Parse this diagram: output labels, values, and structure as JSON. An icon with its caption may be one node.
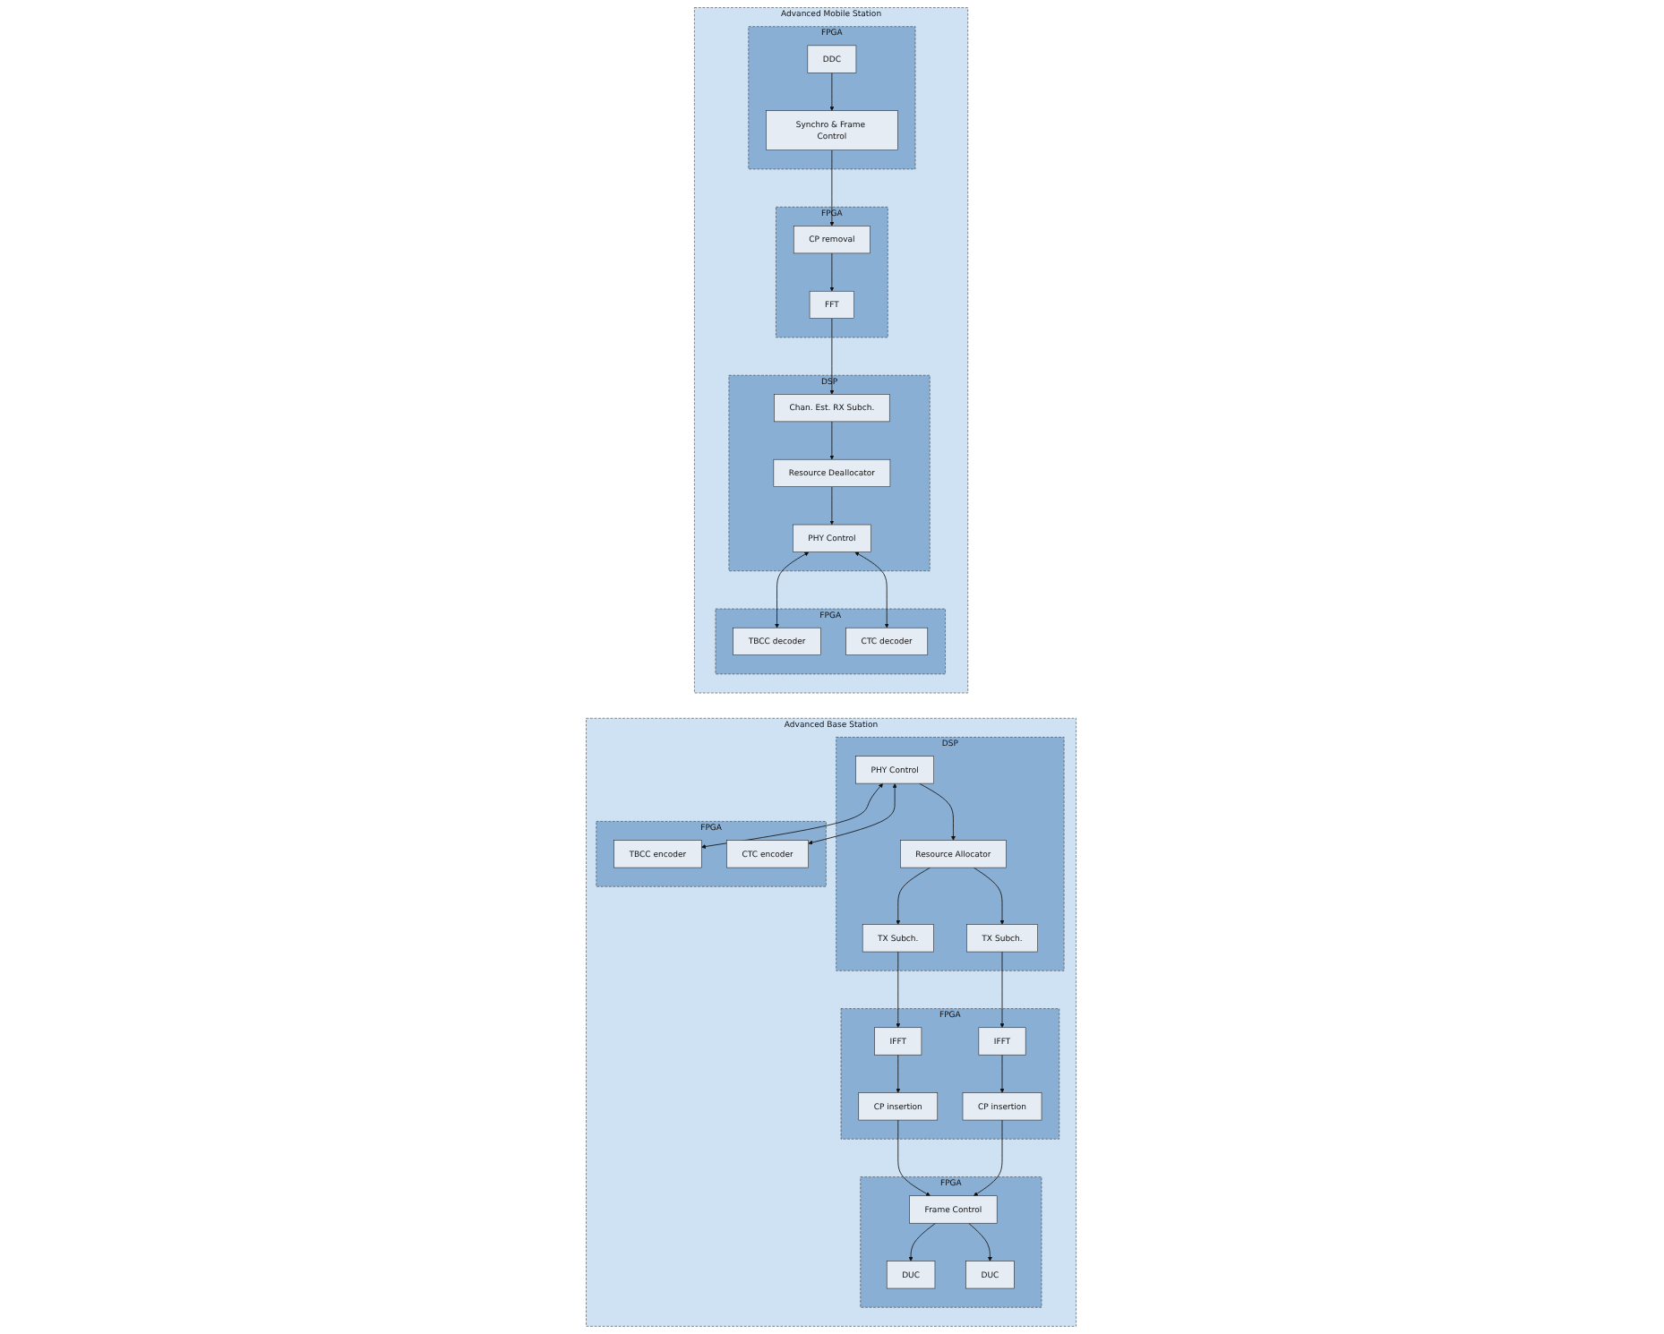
{
  "diagram": {
    "nodes": [
      {
        "text": [
          "Advanced Base Station"
        ]
      },
      {
        "text": [
          "DSP"
        ],
        "in": 0
      },
      {
        "text": [
          "PHY Control"
        ],
        "in": 1
      },
      {
        "text": [
          "Resource Allocator"
        ],
        "in": 1
      },
      {
        "text": [
          "TX Subch."
        ],
        "in": 1
      },
      {
        "text": [
          "TX Subch."
        ],
        "in": 1
      },
      {
        "text": [
          "FPGA"
        ],
        "in": 0
      },
      {
        "text": [
          "IFFT"
        ],
        "in": 6
      },
      {
        "text": [
          "CP insertion"
        ],
        "in": 6
      },
      {
        "text": [
          "IFFT"
        ],
        "in": 6
      },
      {
        "text": [
          "CP insertion"
        ],
        "in": 6
      },
      {
        "text": [
          "FPGA"
        ],
        "in": 0
      },
      {
        "text": [
          "Frame Control"
        ],
        "in": 11
      },
      {
        "text": [
          "DUC"
        ],
        "in": 11
      },
      {
        "text": [
          "DUC"
        ],
        "in": 11
      },
      {
        "text": [
          "FPGA"
        ],
        "in": 0
      },
      {
        "text": [
          "TBCC encoder"
        ],
        "in": 15
      },
      {
        "text": [
          "CTC encoder"
        ],
        "in": 15
      },
      {
        "text": [
          "Advanced Mobile Station"
        ]
      },
      {
        "text": [
          "DSP"
        ],
        "in": 18
      },
      {
        "text": [
          "PHY Control"
        ],
        "in": 19
      },
      {
        "text": [
          "Resource Deallocator"
        ],
        "in": 19
      },
      {
        "text": [
          "Chan. Est. RX Subch."
        ],
        "in": 19
      },
      {
        "text": [
          "FPGA"
        ],
        "in": 18
      },
      {
        "text": [
          "FFT"
        ],
        "in": 23
      },
      {
        "text": [
          "CP removal"
        ],
        "in": 23
      },
      {
        "text": [
          "FPGA"
        ],
        "in": 18
      },
      {
        "text": [
          "Synchro & Frame Control"
        ],
        "in": 26
      },
      {
        "text": [
          "DDC"
        ],
        "in": 26
      },
      {
        "text": [
          "FPGA"
        ],
        "in": 18
      },
      {
        "text": [
          "TBCC decoder"
        ],
        "in": 29
      },
      {
        "text": [
          "CTC decoder"
        ],
        "in": 29
      }
    ],
    "edges": [
      {
        "from": 2,
        "to": 3,
        "arrow": "to"
      },
      {
        "from": 3,
        "to": 4,
        "arrow": "to"
      },
      {
        "from": 3,
        "to": 5,
        "arrow": "to"
      },
      {
        "from": 4,
        "to": 7,
        "arrow": "to"
      },
      {
        "from": 5,
        "to": 9,
        "arrow": "to"
      },
      {
        "from": 7,
        "to": 8,
        "arrow": "to"
      },
      {
        "from": 9,
        "to": 10,
        "arrow": "to"
      },
      {
        "from": 8,
        "to": 12,
        "arrow": "to"
      },
      {
        "from": 10,
        "to": 12,
        "arrow": "to"
      },
      {
        "from": 12,
        "to": 13,
        "arrow": "to"
      },
      {
        "from": 12,
        "to": 14,
        "arrow": "to"
      },
      {
        "from": 2,
        "to": 16,
        "arrow": "both"
      },
      {
        "from": 2,
        "to": 17,
        "arrow": "both"
      },
      {
        "from": 28,
        "to": 27,
        "arrow": "to"
      },
      {
        "from": 27,
        "to": 25,
        "arrow": "to"
      },
      {
        "from": 25,
        "to": 24,
        "arrow": "to"
      },
      {
        "from": 24,
        "to": 22,
        "arrow": "to"
      },
      {
        "from": 22,
        "to": 21,
        "arrow": "to"
      },
      {
        "from": 21,
        "to": 20,
        "arrow": "to"
      },
      {
        "from": 20,
        "to": 30,
        "arrow": "both"
      },
      {
        "from": 20,
        "to": 31,
        "arrow": "both"
      }
    ]
  }
}
